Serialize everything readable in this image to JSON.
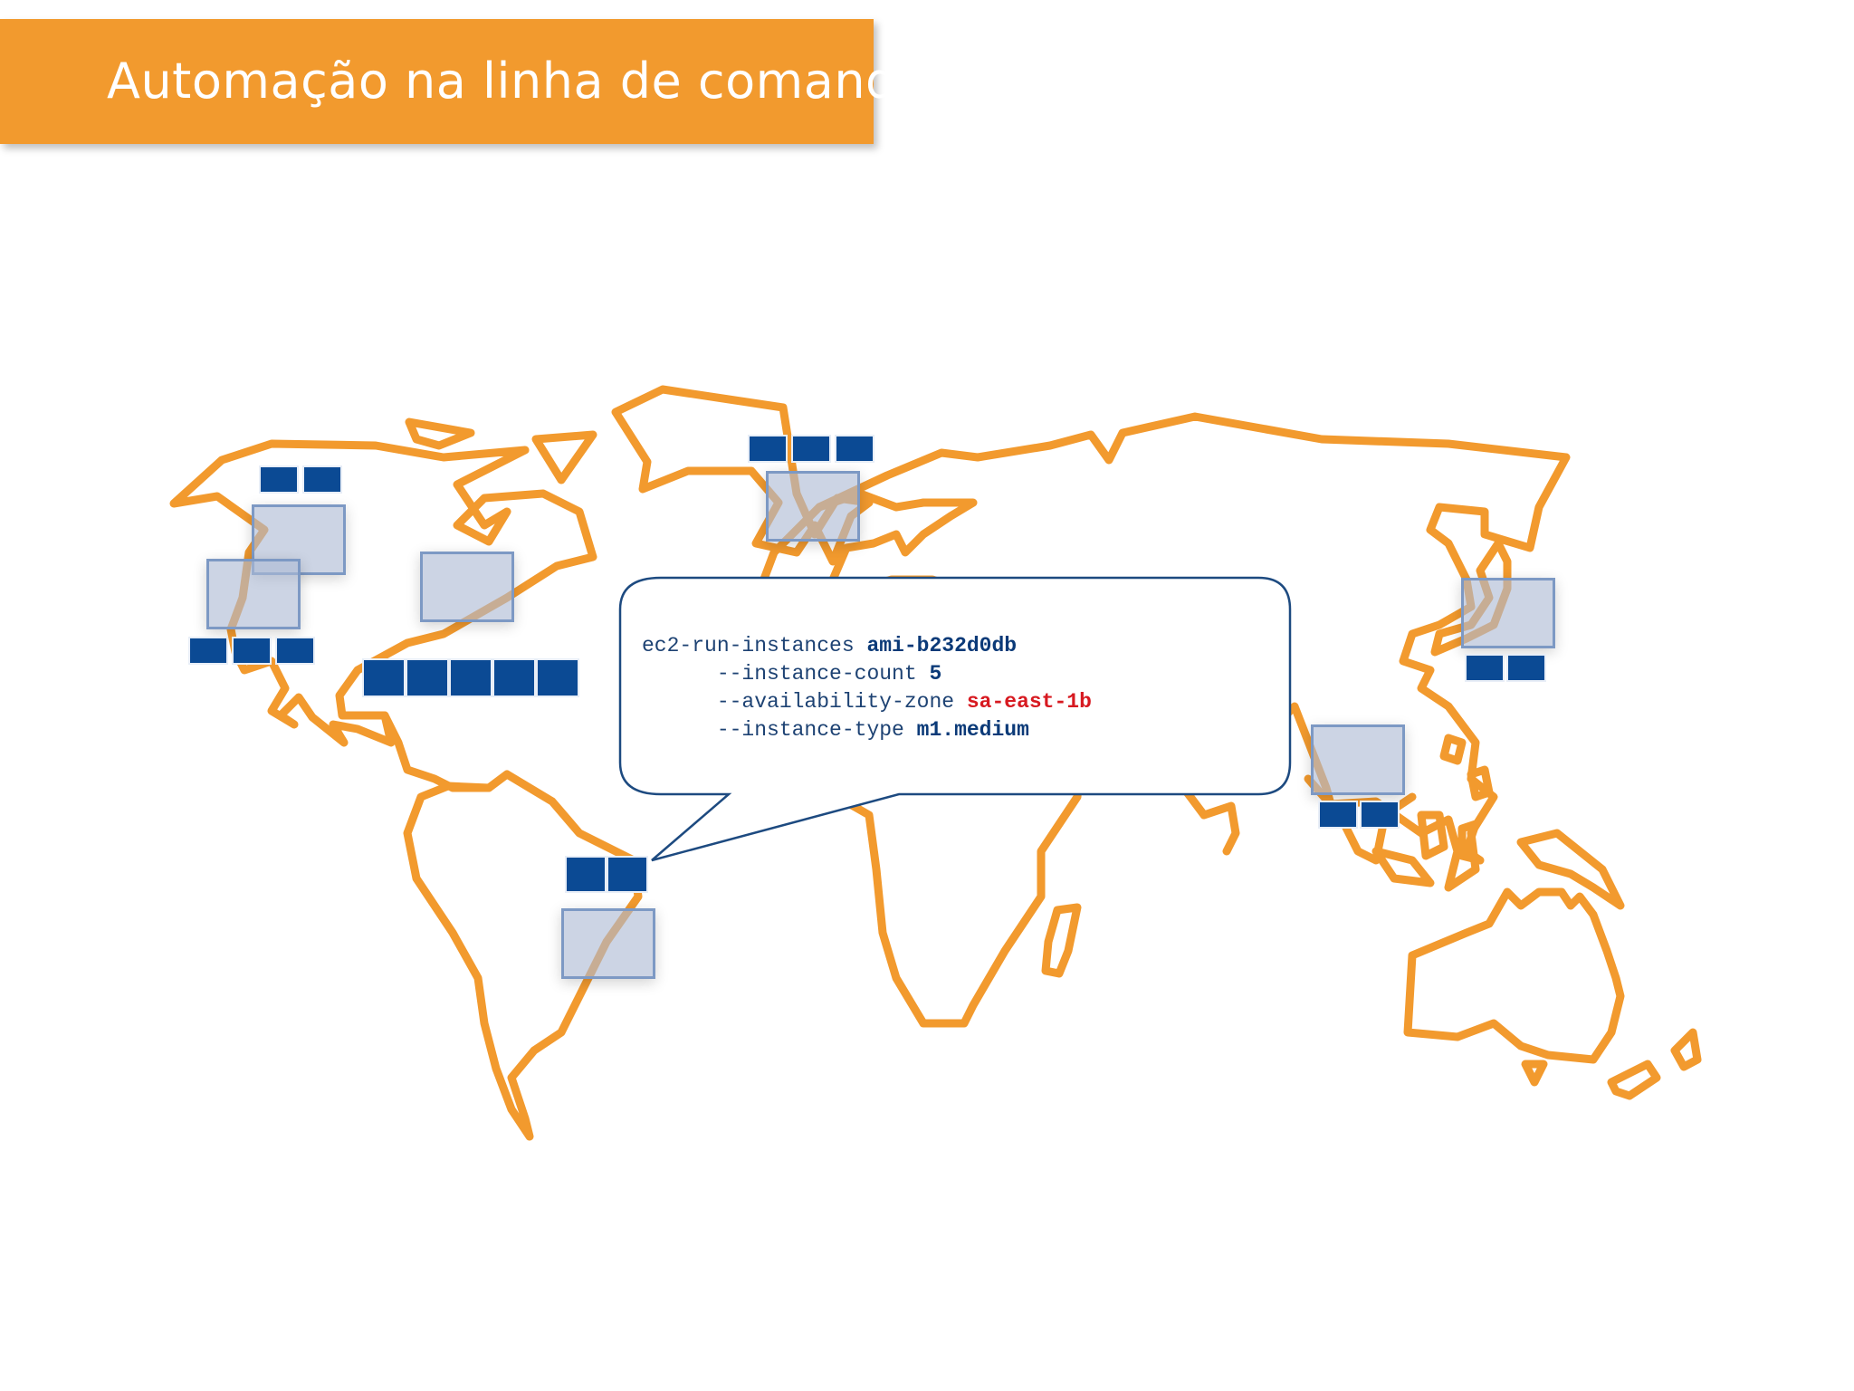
{
  "slide": {
    "title": "Automação na linha de comando"
  },
  "command": {
    "line1_cmd": "ec2-run-instances ",
    "line1_arg": "ami-b232d0db",
    "line2_flag": "      --instance-count ",
    "line2_value": "5",
    "line3_flag": "      --availability-zone ",
    "line3_value": "sa-east-1b",
    "line4_flag": "      --instance-type ",
    "line4_value": "m1.medium"
  },
  "colors": {
    "accent_orange": "#f29a2e",
    "instance_blue": "#0b4a94",
    "zone_red": "#d71920"
  }
}
